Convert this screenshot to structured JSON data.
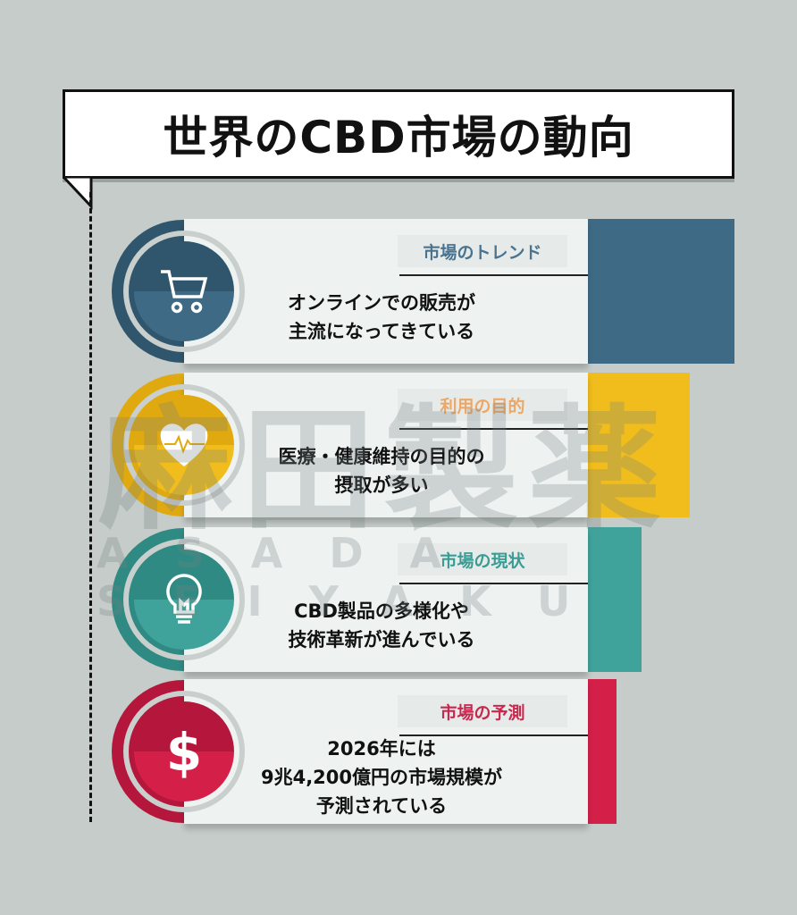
{
  "title": "世界のCBD市場の動向",
  "watermark": {
    "kanji": "麻田製薬",
    "latin": "ASADA SEIYAKU"
  },
  "items": [
    {
      "label": "市場のトレンド",
      "lines": [
        "オンラインでの販売が",
        "主流になってきている"
      ],
      "icon": "shopping-cart-icon",
      "color": "#3f6a85",
      "dark": "#2f566c",
      "labelColor": "#4a7390"
    },
    {
      "label": "利用の目的",
      "lines": [
        "医療・健康維持の目的の",
        "摂取が多い"
      ],
      "icon": "heart-pulse-icon",
      "color": "#f0bd1c",
      "dark": "#e0a90f",
      "labelColor": "#eba868"
    },
    {
      "label": "市場の現状",
      "lines": [
        "CBD製品の多様化や",
        "技術革新が進んでいる"
      ],
      "icon": "lightbulb-icon",
      "color": "#3fa39b",
      "dark": "#2f8a83",
      "labelColor": "#3a9c94"
    },
    {
      "label": "市場の予測",
      "lines": [
        "2026年には",
        "9兆4,200億円の市場規模が",
        "予測されている"
      ],
      "icon": "dollar-icon",
      "color": "#d42049",
      "dark": "#b5173c",
      "labelColor": "#c9284e"
    }
  ]
}
